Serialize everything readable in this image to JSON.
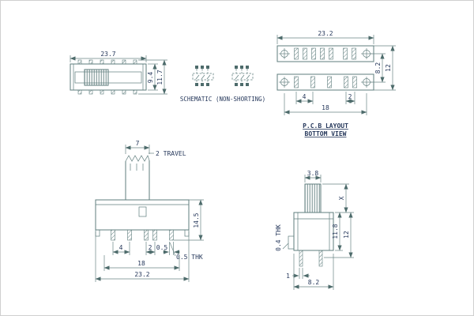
{
  "drawing": {
    "front_view": {
      "dim_width": "23.7",
      "dim_height_inner": "9.4",
      "dim_height_outer": "11.7"
    },
    "schematic": {
      "caption": "SCHEMATIC (NON-SHORTING)"
    },
    "pcb_layout": {
      "dim_width": "23.2",
      "dim_row_spacing": "8.2",
      "dim_height": "12",
      "dim_pitch_a": "4",
      "dim_pitch_b": "2",
      "dim_hole_span": "18",
      "caption_line1": "P.C.B LAYOUT",
      "caption_line2": "BOTTOM VIEW"
    },
    "side_view": {
      "dim_knob_width": "7",
      "travel_label": "2 TRAVEL",
      "dim_height": "14.5",
      "dim_pitch_a": "4",
      "dim_pitch_b": "2",
      "dim_pin_width": "0.5",
      "pin_thickness_label": "0.5 THK",
      "dim_pin_span": "18",
      "dim_body_width": "23.2"
    },
    "end_view": {
      "dim_knob_width": "3.8",
      "dim_actuator_height": "X",
      "dim_body_height": "11.8",
      "dim_total_height": "12",
      "terminal_thickness_label": "0.4 THK",
      "dim_pin_width": "1",
      "dim_body_width": "8.2"
    }
  }
}
